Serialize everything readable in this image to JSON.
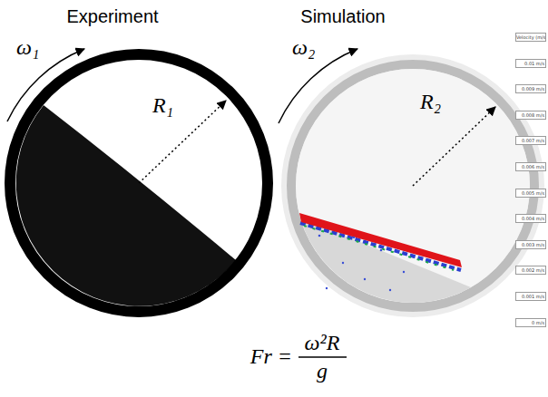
{
  "diagram": {
    "nodes": [
      {
        "text": [
          "Experiment",
          "R₁"
        ]
      },
      {
        "text": [
          "Simulation",
          "R₂"
        ]
      }
    ],
    "labels": [
      "ω₁",
      "ω₂",
      "Fr =",
      "ω²R",
      "g",
      "Velocity (m/s)",
      "0.01 m/s",
      "0.009 m/s",
      "0.008 m/s",
      "0.007 m/s",
      "0.006 m/s",
      "0.005 m/s",
      "0.004 m/s",
      "0.003 m/s",
      "0.002 m/s",
      "0.001 m/s",
      "0 m/s"
    ]
  }
}
